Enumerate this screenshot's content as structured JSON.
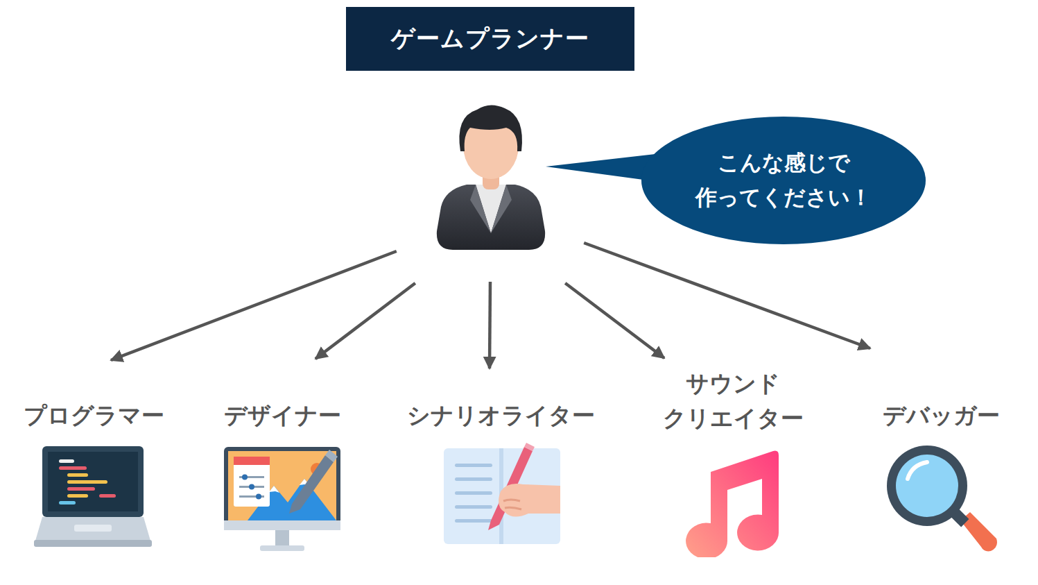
{
  "diagram": {
    "nodes": [
      {
        "text": [
          "ゲームプランナー"
        ]
      },
      {
        "text": [
          "こんな感じで 作ってください！"
        ]
      },
      {
        "text": [
          "プログラマー"
        ]
      },
      {
        "text": [
          "デザイナー"
        ]
      },
      {
        "text": [
          "シナリオライター"
        ]
      },
      {
        "text": [
          "サウンド クリエイター"
        ]
      },
      {
        "text": [
          "デバッガー"
        ]
      }
    ],
    "edges": [
      {
        "from": 0,
        "to": 2,
        "arrow": "to"
      },
      {
        "from": 0,
        "to": 3,
        "arrow": "to"
      },
      {
        "from": 0,
        "to": 4,
        "arrow": "to"
      },
      {
        "from": 0,
        "to": 5,
        "arrow": "to"
      },
      {
        "from": 0,
        "to": 6,
        "arrow": "to"
      }
    ]
  }
}
